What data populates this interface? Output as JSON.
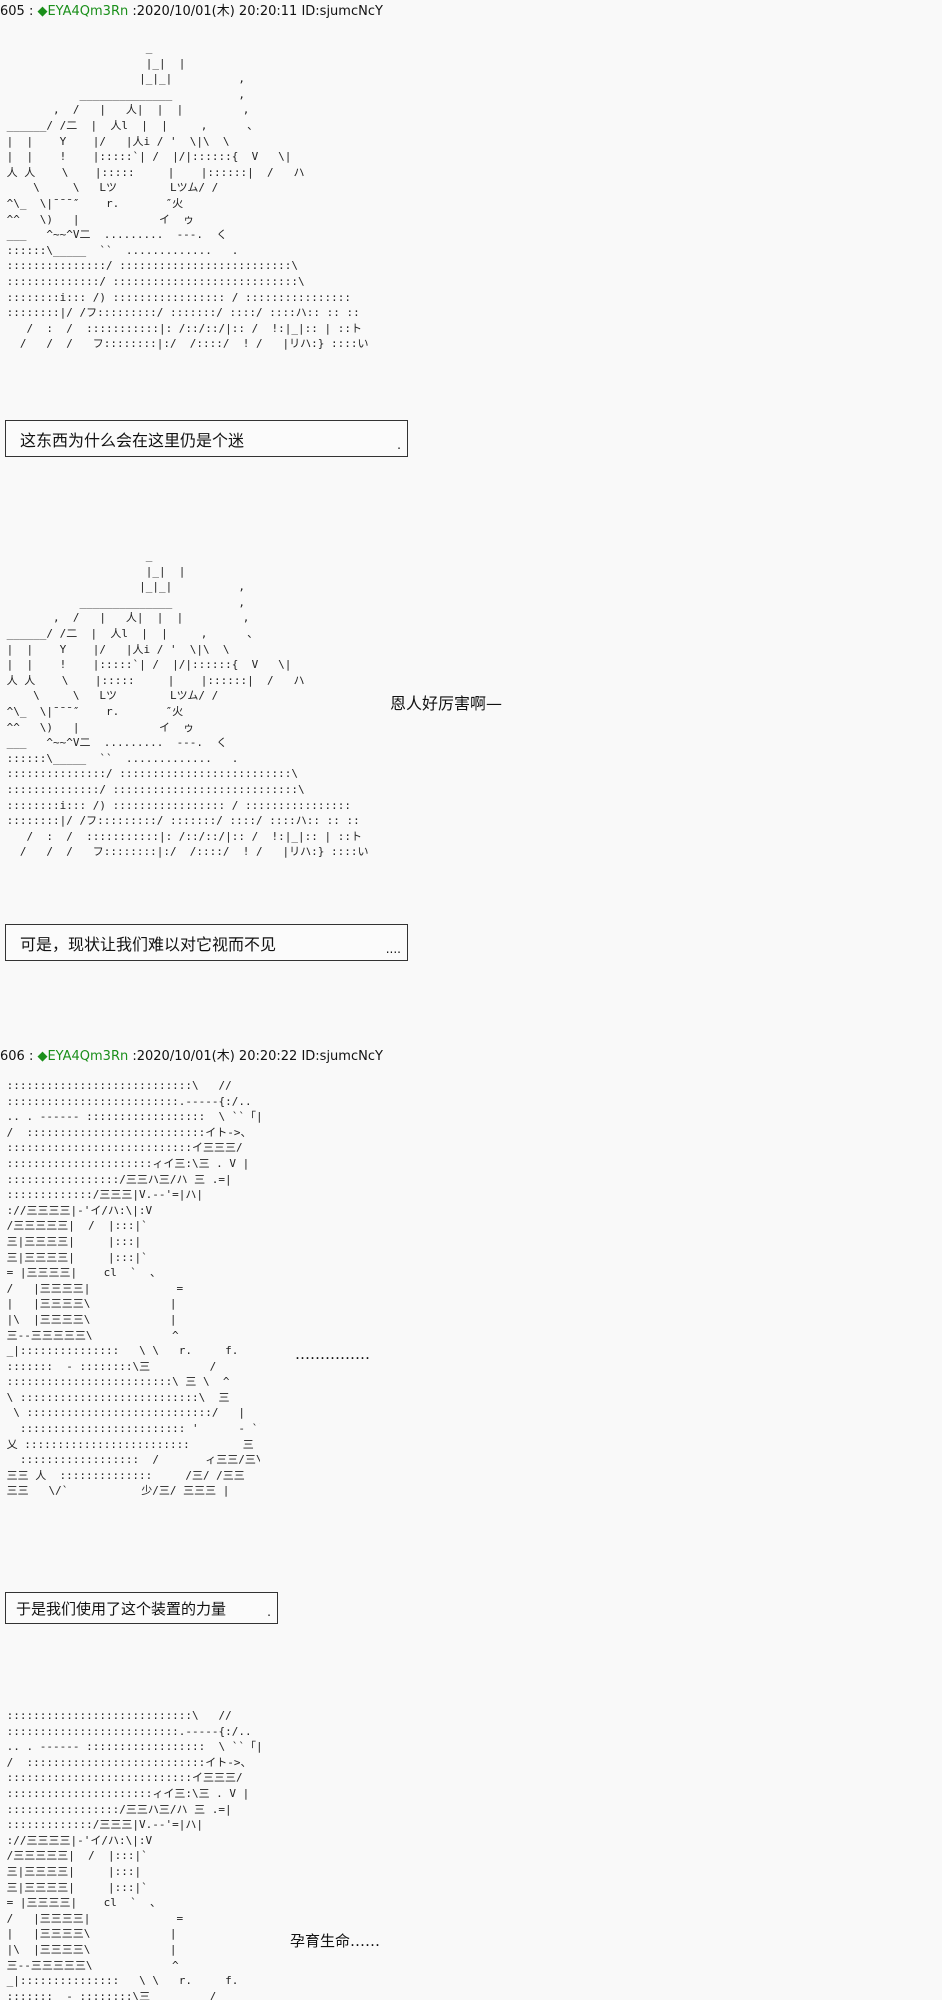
{
  "posts": [
    {
      "number": "605 :",
      "diamond": "◆",
      "trip": "EYA4Qm3Rn",
      "meta": " :2020/10/01(木) 20:20:11 ID:sjumcNcY"
    },
    {
      "number": "606 :",
      "diamond": "◆",
      "trip": "EYA4Qm3Rn",
      "meta": " :2020/10/01(木) 20:20:22 ID:sjumcNcY"
    }
  ],
  "panels": [
    {
      "caption": "这东西为什么会在这里仍是个迷",
      "dots": ".",
      "speech": ""
    },
    {
      "caption": "可是，现状让我们难以对它视而不见",
      "dots": "....",
      "speech": "恩人好厉害啊—"
    },
    {
      "caption": "于是我们使用了这个装置的力量",
      "dots": ".",
      "speech": "……………"
    },
    {
      "caption": "",
      "dots": "",
      "speech": "孕育生命……"
    }
  ],
  "ascii_art": {
    "tent": "                      _\n                      |_|  |\n                     |_|_|          ,\n            ______________          ,\n        ,  /   |   人|  |  |         ,\n ______/ /二  |  人l  |  |     ,      、\n |  |    Y    |/   |人i / '  \\|\\  \\\n |  |    !    |:::::`| /  |/|::::::{  V   \\|\n 人 人    \\    |:::::     |    |::::::|  /   ハ\n     \\     \\   Lツ        Lツム/ /\n ^\\_  \\|¯¯¯″    r.       ″火\n ^^   \\)   |            イ  ゥ\n ___   ^~~^V二  .........  ---.  く\n ::::::\\_____  ``  .............   .\n :::::::::::::::/ ::::::::::::::::::::::::::\\\n ::::::::::::::/ ::::::::::::::::::::::::::::\\\n ::::::::i::: /) ::::::::::::::::: / ::::::::::::::::\n ::::::::|/ /フ:::::::::/ :::::::/ ::::/ ::::ハ:: :: ::\n    /  :  /  :::::::::::|: /::/::/|:: /  !:|_|:: | ::ト\n   /   /  /   フ::::::::|:/  /::::/  ! /   |リハ:} ::::い",
    "figure": " ::::::::::::::::::::::::::::\\   //\n ::::::::::::::::::::::::::.-----{:/..\n .. . ------ ::::::::::::::::::  \\ ``「|\n /  :::::::::::::::::::::::::::イト->、\n ::::::::::::::::::::::::::::イ三三三/\n ::::::::::::::::::::::ィイ三:\\三 . V |\n :::::::::::::::::/三三ハ三/ハ 三 .=|\n :::::::::::::/三三三|V.--'=|ハ|\n ://三三三三|-'イ/ハ:\\|:V\n /三三三三三|  /  |:::|`\n 三|三三三三|     |:::|\n 三|三三三三|     |:::|`\n = |三三三三|    cl  `  、\n /   |三三三三|             =\n |   |三三三三\\            |\n |\\  |三三三三\\            |\n 三--三三三三三\\            ^\n _|:::::::::::::::   \\ \\   r.     f.\n :::::::  - ::::::::\\三         /\n :::::::::::::::::::::::::\\ 三 \\  ^\n \\ :::::::::::::::::::::::::::\\  三\n  \\ ::::::::::::::::::::::::::::/   |\n   ::::::::::::::::::::::::: '      - ``\n 乂 :::::::::::::::::::::::::        三\n   ::::::::::::::::::  /       ィ三三/三\\\n 三三 人  ::::::::::::::     /三/ /三三\n 三三   \\/`           少/三/ 三三三 |"
  }
}
